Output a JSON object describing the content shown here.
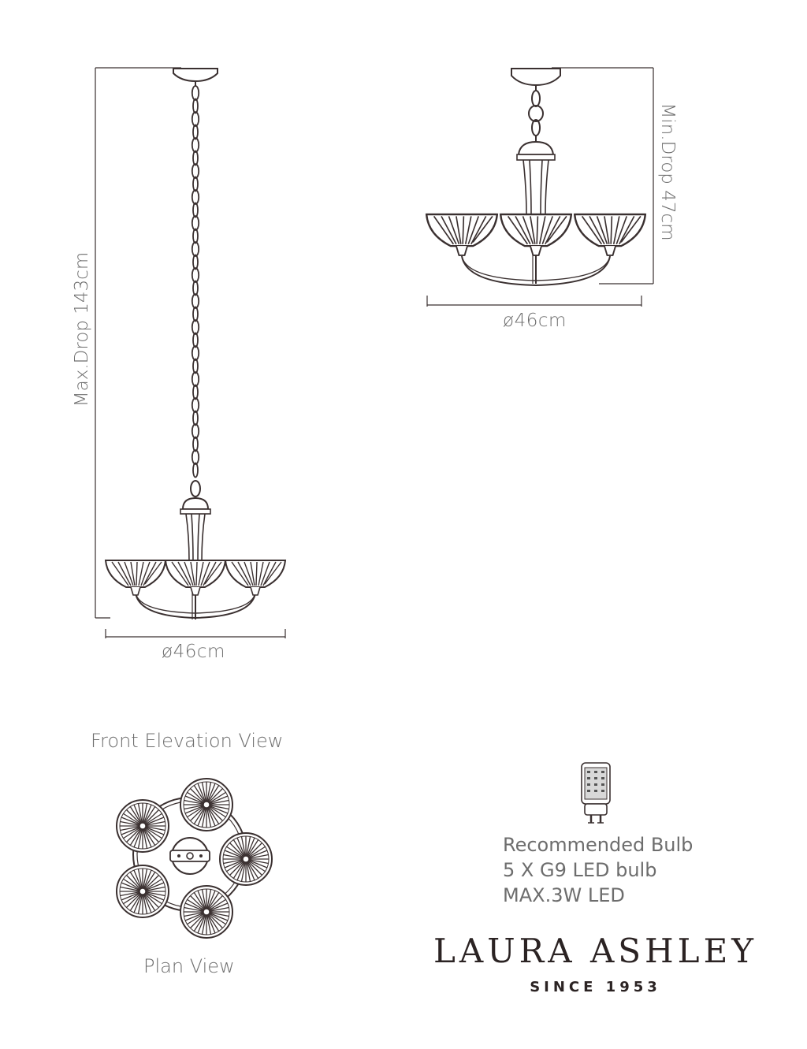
{
  "front": {
    "max_drop": "Max.Drop 143cm",
    "diameter": "ø46cm",
    "caption": "Front Elevation View"
  },
  "side": {
    "min_drop": "Min.Drop 47cm",
    "diameter": "ø46cm"
  },
  "plan": {
    "caption": "Plan View"
  },
  "bulb": {
    "line1": "Recommended Bulb",
    "line2": "5 X G9 LED bulb",
    "line3": "MAX.3W LED"
  },
  "brand": {
    "name": "LAURA ASHLEY",
    "since": "SINCE 1953"
  },
  "colors": {
    "line": "#3a3030",
    "text": "#6d6d6d",
    "brand": "#2b2323"
  }
}
